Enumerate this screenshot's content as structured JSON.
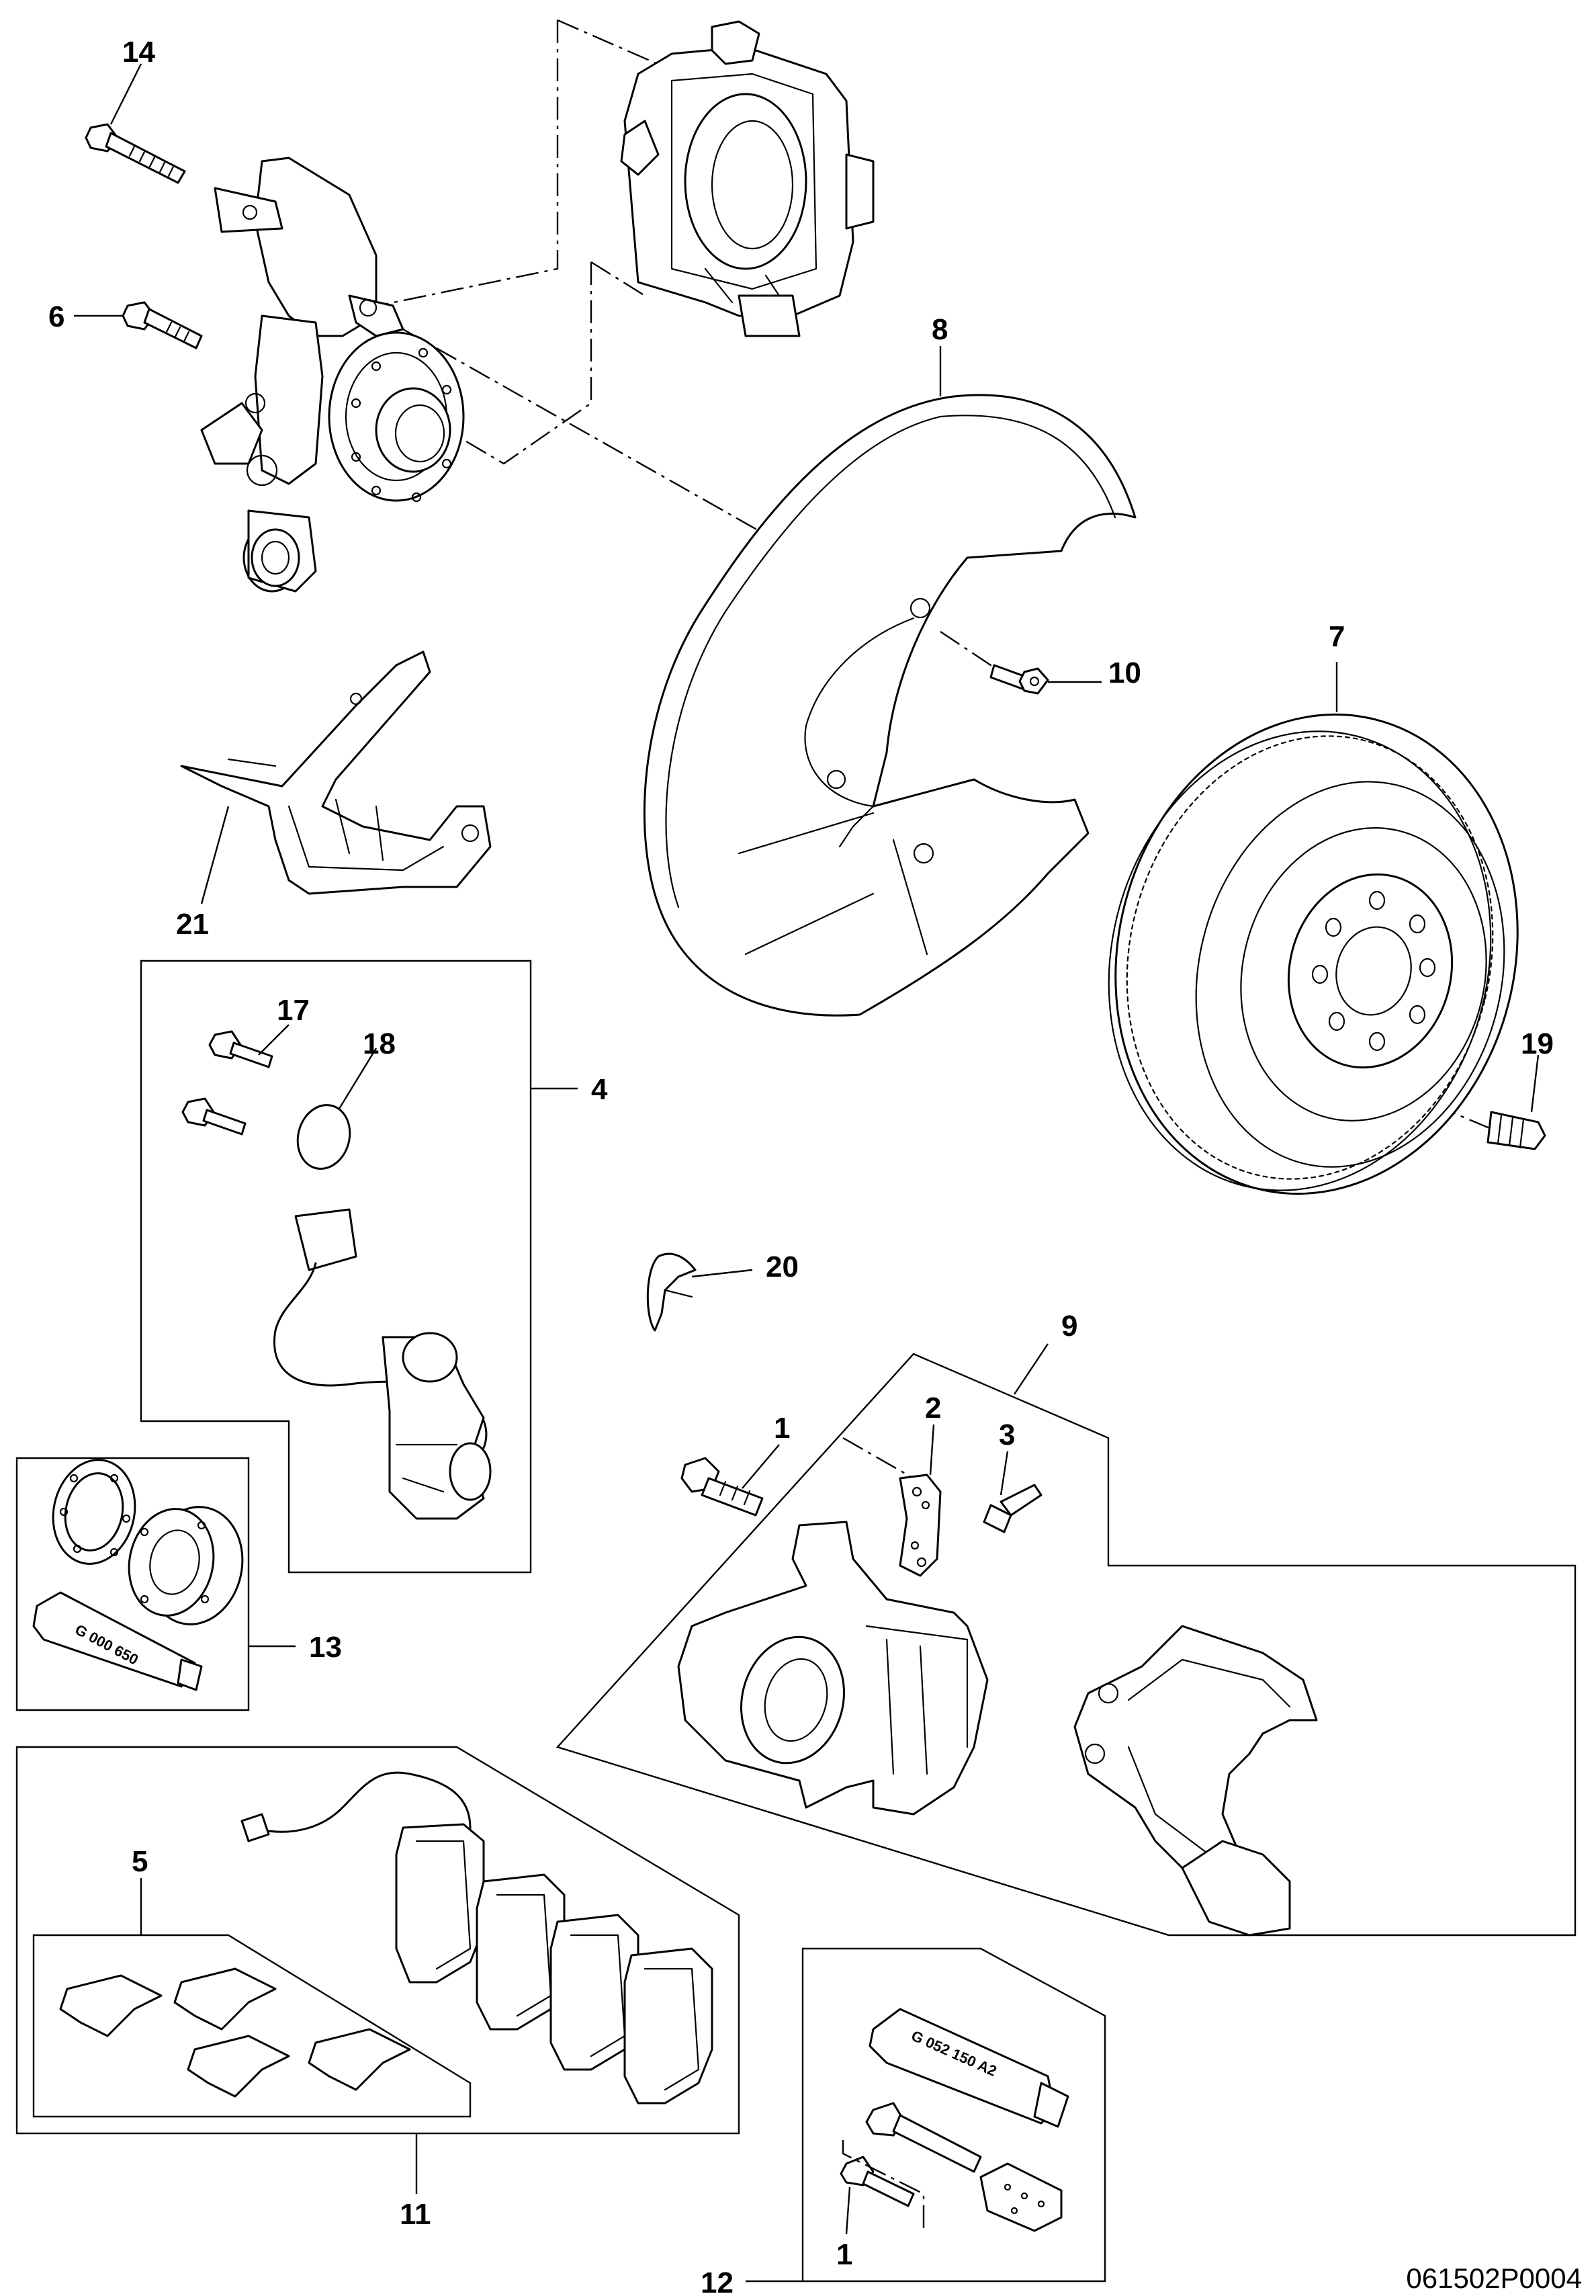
{
  "callouts": {
    "c14": "14",
    "c6": "6",
    "c8": "8",
    "c7": "7",
    "c10": "10",
    "c21": "21",
    "c17": "17",
    "c18": "18",
    "c4": "4",
    "c19": "19",
    "c20": "20",
    "c9": "9",
    "c1a": "1",
    "c2": "2",
    "c3": "3",
    "c13": "13",
    "c5": "5",
    "c11": "11",
    "c12": "12",
    "c1b": "1"
  },
  "tubes": {
    "grease_a": "G 000 650",
    "grease_b": "G 052 150 A2"
  },
  "figure_number": "061502P0004"
}
